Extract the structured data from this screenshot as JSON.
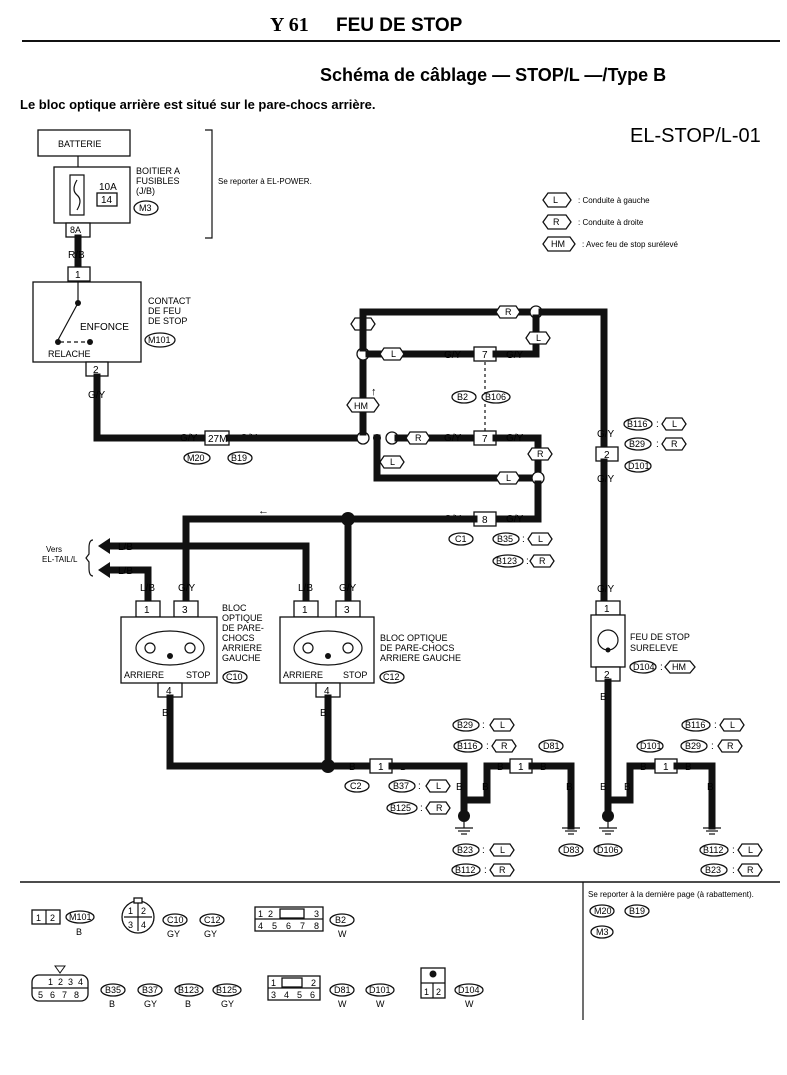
{
  "header": {
    "model": "Y 61",
    "title": "FEU DE STOP",
    "subtitle": "Schéma de câblage — STOP/L —/Type B",
    "note": "Le bloc optique arrière est situé sur le pare-chocs arrière.",
    "diagram_code": "EL-STOP/L-01"
  },
  "legend": [
    {
      "symbol": "L",
      "text": ": Conduite à gauche"
    },
    {
      "symbol": "R",
      "text": ": Conduite à droite"
    },
    {
      "symbol": "HM",
      "text": ": Avec feu de stop surélevé"
    }
  ],
  "components": {
    "battery": "BATTERIE",
    "fuse_box": {
      "line1": "BOITIER A",
      "line2": "FUSIBLES",
      "line3": "(J/B)",
      "fuse_amp": "10A",
      "fuse_no": "14",
      "connector": "M3",
      "terminal": "8A"
    },
    "power_ref": "Se reporter à EL-POWER.",
    "stop_switch": {
      "line1": "CONTACT",
      "line2": "DE FEU",
      "line3": "DE STOP",
      "connector": "M101",
      "pressed": "ENFONCE",
      "released": "RELACHE",
      "pin_in": "1",
      "pin_out": "2"
    },
    "lamp_left": {
      "line1": "BLOC",
      "line2": "OPTIQUE",
      "line3": "DE PARE-",
      "line4": "CHOCS",
      "line5": "ARRIERE",
      "line6": "GAUCHE",
      "connector": "C10",
      "rear": "ARRIERE",
      "stop": "STOP",
      "pin1": "1",
      "pin3": "3",
      "pin4": "4"
    },
    "lamp_right": {
      "line1": "BLOC OPTIQUE",
      "line2": "DE PARE-CHOCS",
      "line3": "ARRIERE GAUCHE",
      "connector": "C12",
      "rear": "ARRIERE",
      "stop": "STOP",
      "pin1": "1",
      "pin3": "3",
      "pin4": "4"
    },
    "high_stop": {
      "line1": "FEU DE STOP",
      "line2": "SURELEVE",
      "connector": "D104",
      "option": "HM",
      "pin1": "1",
      "pin2": "2"
    },
    "vers": {
      "line1": "Vers",
      "line2": "EL-TAIL/L"
    }
  },
  "wires": {
    "rb": "R/B",
    "gy": "G/Y",
    "lb": "L/B",
    "b": "B",
    "conn_27m": "27M",
    "conn_7": "7",
    "conn_8": "8",
    "conn_2": "2",
    "conn_1": "1"
  },
  "connectors": {
    "m20": "M20",
    "b19": "B19",
    "b2": "B2",
    "b106": "B106",
    "c1": "C1",
    "b35": "B35",
    "b123": "B123",
    "b116": "B116",
    "b29": "B29",
    "d101": "D101",
    "c2": "C2",
    "b37": "B37",
    "b125": "B125",
    "d81": "D81",
    "b23": "B23",
    "b112": "B112",
    "d83": "D83",
    "d106": "D106",
    "opt_l": "L",
    "opt_r": "R",
    "opt_hm": "HM",
    "colon": ":"
  },
  "bottom_ref": "Se reporter à la dernière page (à rabattement).",
  "connector_legend": {
    "row1": [
      {
        "pins": [
          "1",
          "2"
        ],
        "names": [
          "M101"
        ],
        "colors": [
          "B"
        ]
      },
      {
        "pins": [
          "1",
          "2",
          "3",
          "4"
        ],
        "names": [
          "C10",
          "C12"
        ],
        "colors": [
          "GY",
          "GY"
        ]
      },
      {
        "pins": [
          "1",
          "2",
          "3",
          "4",
          "5",
          "6",
          "7",
          "8"
        ],
        "names": [
          "B2"
        ],
        "colors": [
          "W"
        ]
      }
    ],
    "row2": [
      {
        "pins": [
          "1",
          "2",
          "3",
          "4",
          "5",
          "6",
          "7",
          "8"
        ],
        "names": [
          "B35",
          "B37",
          "B123",
          "B125"
        ],
        "colors": [
          "B",
          "GY",
          "B",
          "GY"
        ]
      },
      {
        "pins": [
          "1",
          "2",
          "3",
          "4",
          "5",
          "6"
        ],
        "names": [
          "D81",
          "D101"
        ],
        "colors": [
          "W",
          "W"
        ]
      },
      {
        "pins": [
          "1",
          "2"
        ],
        "names": [
          "D104"
        ],
        "colors": [
          "W"
        ]
      }
    ],
    "refs": [
      "M20",
      "B19",
      "M3"
    ]
  }
}
